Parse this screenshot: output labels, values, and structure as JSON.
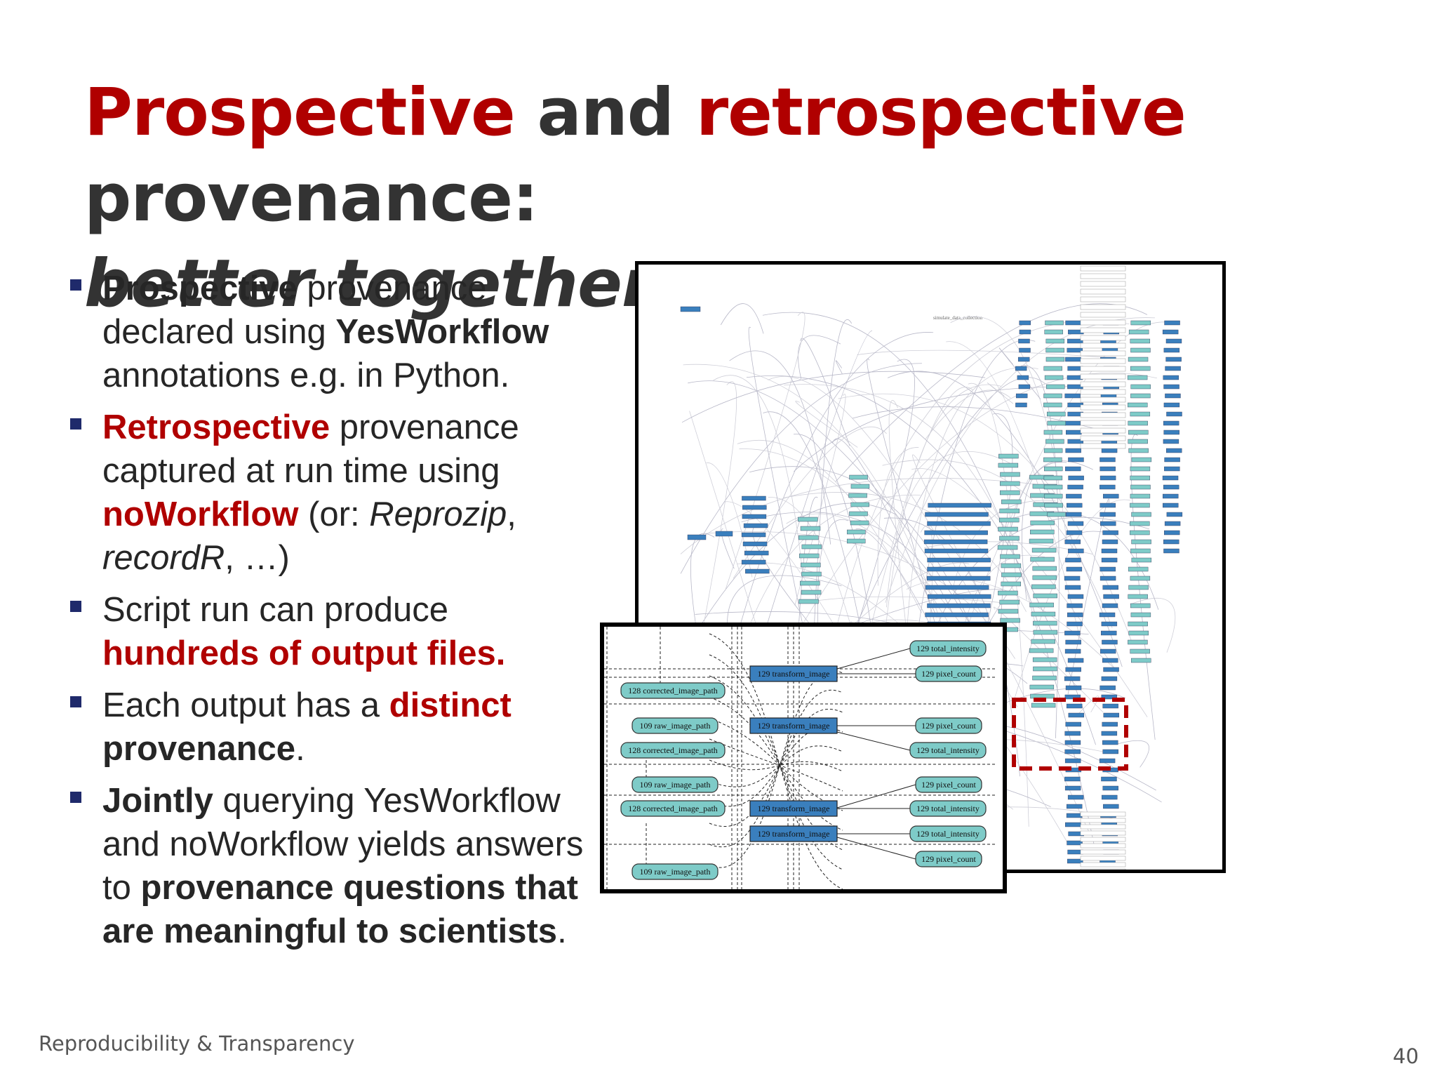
{
  "slide": {
    "title": {
      "word1": "Prospective",
      "word2": " and ",
      "word3": "retrospective",
      "word4": " provenance:",
      "line2": "better together"
    },
    "bullets": [
      {
        "prospective": "Prospective",
        "text1": " provenance declared using ",
        "yesworkflow": "YesWorkflow",
        "text2": " annotations e.g. in Python."
      },
      {
        "retrospective": "Retrospective",
        "text1": " provenance captured at run time using ",
        "noworkflow": "noWorkflow",
        "text2": " (or: ",
        "reprozip": "Reprozip",
        "comma": ", ",
        "recordr": "recordR",
        "text3": ", …)"
      },
      {
        "text1": "Script run can produce ",
        "highlight": "hundreds of output files."
      },
      {
        "text1": "Each output has a ",
        "distinct": "distinct",
        "space": " ",
        "provenance": "provenance",
        "period": "."
      },
      {
        "jointly": "Jointly",
        "text1": " querying YesWorkflow and noWorkflow yields answers to ",
        "bold": "provenance questions that are meaningful to scientists",
        "period": "."
      }
    ],
    "footer": "Reproducibility & Transparency",
    "page_number": "40"
  },
  "overview_graph": {
    "label_top": "simulate_data_collection"
  },
  "zoom_graph": {
    "left_nodes": [
      "128 corrected_image_path",
      "109 raw_image_path",
      "128 corrected_image_path",
      "109 raw_image_path",
      "128 corrected_image_path",
      "109 raw_image_path"
    ],
    "mid_nodes": [
      "129 transform_image",
      "129 transform_image",
      "129 transform_image",
      "129 transform_image"
    ],
    "right_nodes": [
      "129 total_intensity",
      "129 pixel_count",
      "129 pixel_count",
      "129 total_intensity",
      "129 pixel_count",
      "129 total_intensity",
      "129 total_intensity",
      "129 pixel_count"
    ]
  },
  "colors": {
    "title_red": "#b00000",
    "bullet_square": "#1f2a6b",
    "node_teal": "#7ecbc8",
    "node_blue": "#3a7fbd",
    "highlight_dashed": "#b00000"
  }
}
